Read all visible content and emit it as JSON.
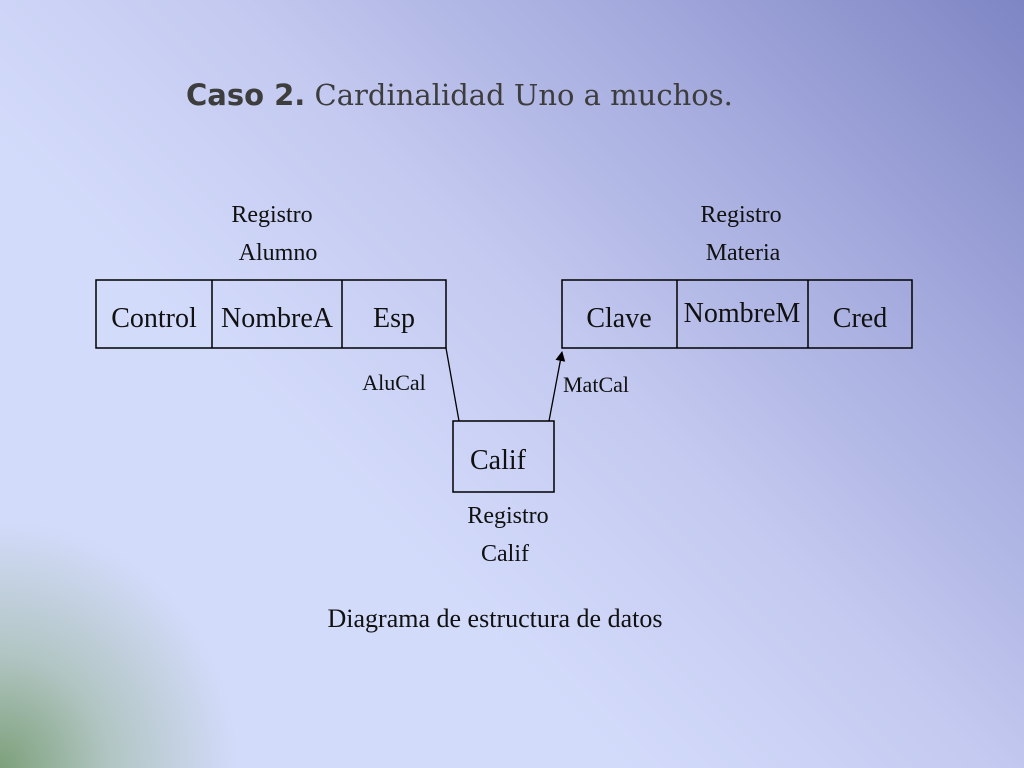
{
  "title": {
    "bold": "Caso 2.",
    "rest": "Cardinalidad Uno a muchos."
  },
  "alumno": {
    "label_line1": "Registro",
    "label_line2": "Alumno",
    "fields": [
      "Control",
      "NombreA",
      "Esp"
    ]
  },
  "materia": {
    "label_line1": "Registro",
    "label_line2": "Materia",
    "fields": [
      "Clave",
      "NombreM",
      "Cred"
    ]
  },
  "calif": {
    "label_line1": "Registro",
    "label_line2": "Calif",
    "fields": [
      "Calif"
    ]
  },
  "links": {
    "alucal": "AluCal",
    "matcal": "MatCal"
  },
  "caption": "Diagrama de estructura de datos"
}
